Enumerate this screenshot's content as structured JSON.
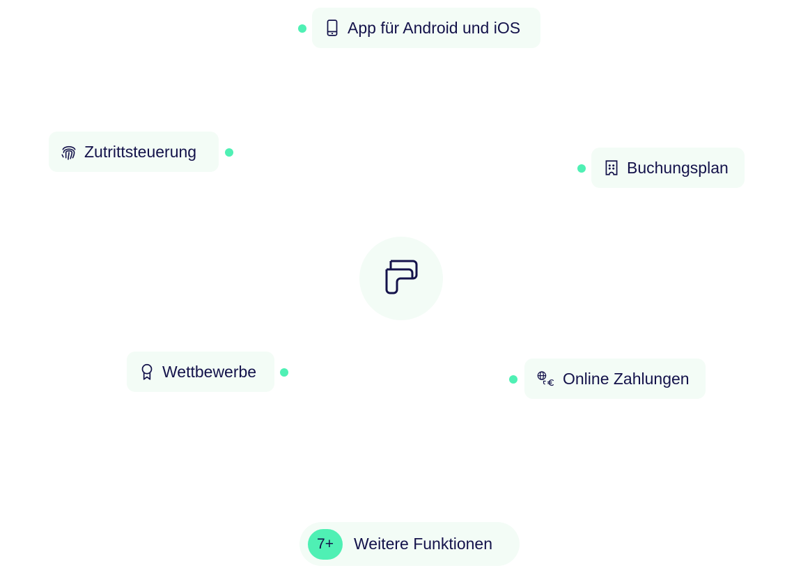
{
  "hub": {
    "icon": "brand-logo-icon"
  },
  "features": {
    "app": {
      "label": "App für Android und iOS",
      "icon": "smartphone-icon"
    },
    "access": {
      "label": "Zutrittsteuerung",
      "icon": "fingerprint-icon"
    },
    "booking": {
      "label": "Buchungsplan",
      "icon": "booking-plan-icon"
    },
    "competitions": {
      "label": "Wettbewerbe",
      "icon": "award-icon"
    },
    "payments": {
      "label": "Online Zahlungen",
      "icon": "globe-euro-icon"
    }
  },
  "more": {
    "badge": "7+",
    "label": "Weitere Funktionen"
  },
  "colors": {
    "text": "#13124a",
    "accent": "#4ff0b4",
    "pill_background": "#f3fcf6"
  }
}
